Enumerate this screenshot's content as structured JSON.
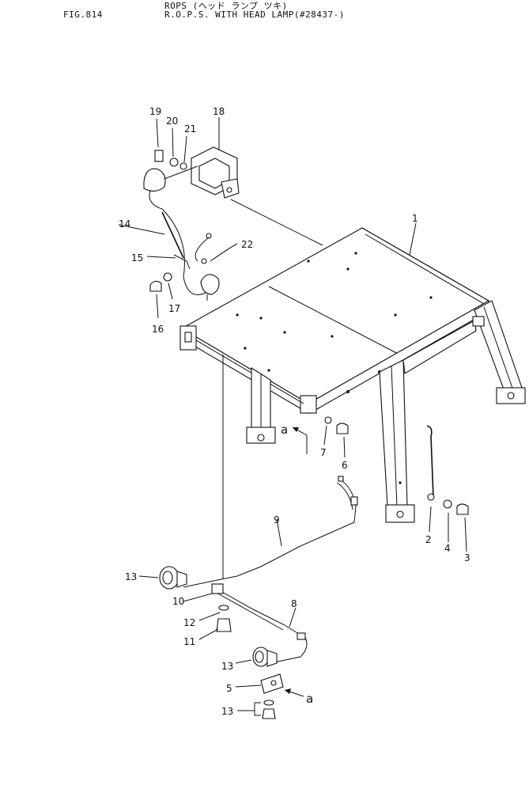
{
  "header": {
    "fig": "FIG.814",
    "title_jp": "ROPS (ヘッド ランプ ツキ)",
    "title_en": "R.O.P.S. WITH HEAD LAMP(#28437-)"
  },
  "callouts": {
    "c1": "1",
    "c2": "2",
    "c3": "3",
    "c4": "4",
    "c5": "5",
    "c6": "6",
    "c7": "7",
    "c8": "8",
    "c9": "9",
    "c10": "10",
    "c11": "11",
    "c12": "12",
    "c13a": "13",
    "c13b": "13",
    "c13c": "13",
    "c14": "14",
    "c15": "15",
    "c16": "16",
    "c17": "17",
    "c18": "18",
    "c19": "19",
    "c20": "20",
    "c21": "21",
    "c22": "22",
    "a1": "a",
    "a2": "a"
  }
}
